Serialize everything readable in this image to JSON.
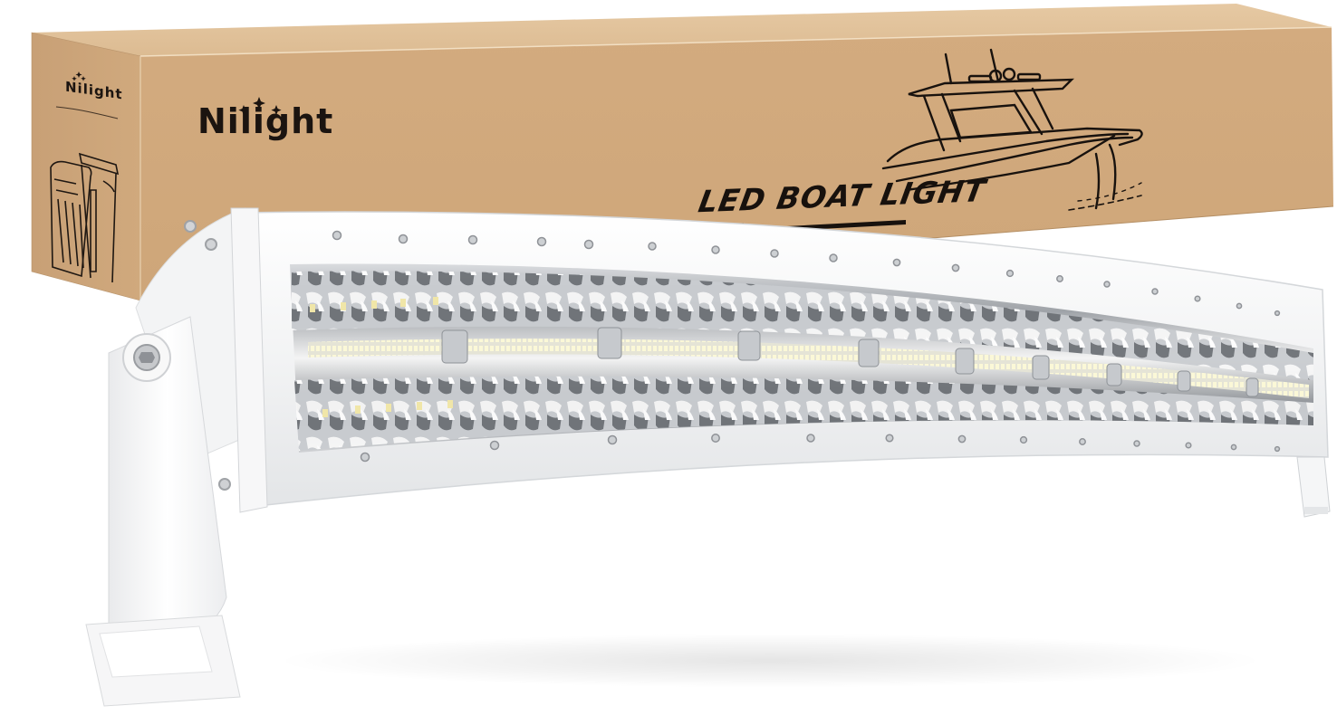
{
  "product_image": {
    "description": "Product photo of a curved white LED light bar in front of its shipping box",
    "box": {
      "brand_main": "Nilight",
      "brand_side": "Nilight",
      "tagline": "LED BOAT LIGHT",
      "illustration": "boat-line-drawing",
      "side_illustration": "light-bar-line-drawing",
      "color": "#cfa67a"
    },
    "light_bar": {
      "color": "#f4f4f4",
      "led_color": "#f3eec2",
      "reflector_color": "#b9bcc0",
      "shape": "curved",
      "mounts": [
        "left-bracket",
        "right-foot"
      ]
    }
  }
}
